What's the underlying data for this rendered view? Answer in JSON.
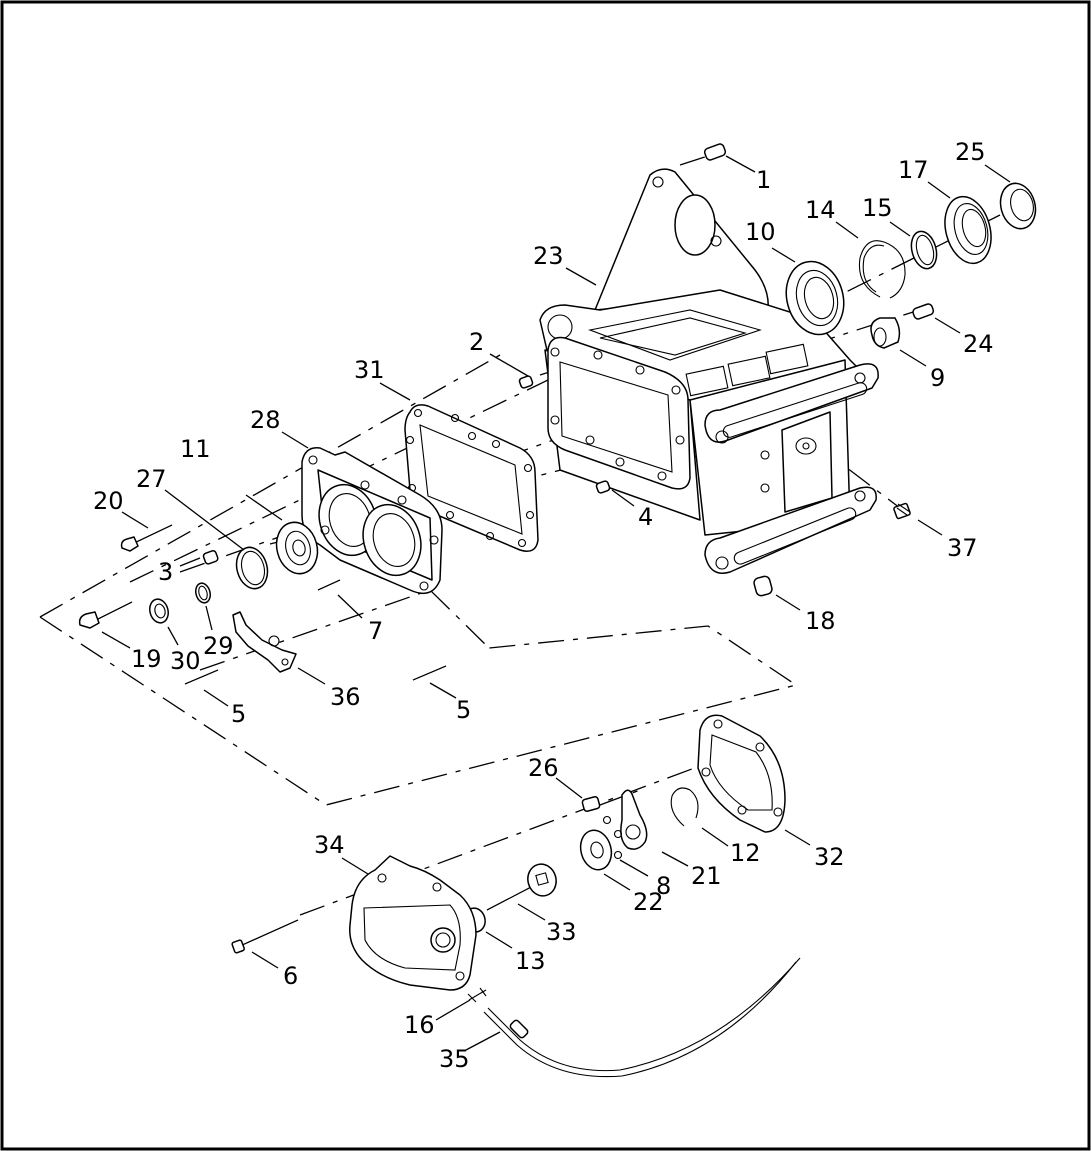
{
  "callouts": {
    "c1": "1",
    "c2": "2",
    "c3": "3",
    "c4": "4",
    "c5a": "5",
    "c5b": "5",
    "c6": "6",
    "c7": "7",
    "c8": "8",
    "c9": "9",
    "c10": "10",
    "c11": "11",
    "c12": "12",
    "c13": "13",
    "c14": "14",
    "c15": "15",
    "c16": "16",
    "c17": "17",
    "c18": "18",
    "c19": "19",
    "c20": "20",
    "c21": "21",
    "c22": "22",
    "c23": "23",
    "c24": "24",
    "c25": "25",
    "c26": "26",
    "c27": "27",
    "c28": "28",
    "c29": "29",
    "c30": "30",
    "c31": "31",
    "c32": "32",
    "c33": "33",
    "c34": "34",
    "c35": "35",
    "c36": "36",
    "c37": "37"
  },
  "colors": {
    "line": "#000000",
    "background": "#ffffff",
    "frame": "#000000"
  }
}
